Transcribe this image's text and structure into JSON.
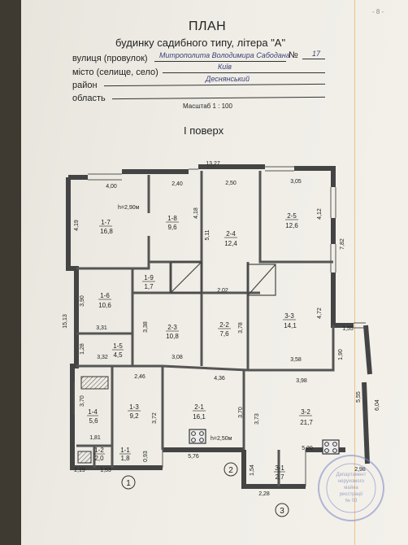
{
  "header": {
    "corner": "- 8 -",
    "title": "ПЛАН",
    "subtitle": "будинку садибного типу, літера \"А\"",
    "street_label": "вулиця (провулок)",
    "street_value": "Митрополита Володимира Сабодана",
    "number_symbol": "№",
    "number_value": "17",
    "city_label": "місто (селище, село)",
    "city_value": "Київ",
    "district_label": "район",
    "district_value": "Деснянський",
    "region_label": "область",
    "scale": "Масштаб 1 : 100",
    "floor": "І поверх"
  },
  "plan": {
    "height_note_1": "h=2,90м",
    "height_note_2": "h=2,50м",
    "dims": {
      "d13_27": "13,27",
      "d4_00": "4,00",
      "d2_40": "2,40",
      "d2_50": "2,50",
      "d3_05": "3,05",
      "d4_19": "4,19",
      "d4_18": "4,18",
      "d5_11": "5,11",
      "d4_12": "4,12",
      "d7_82": "7,82",
      "d15_13": "15,13",
      "d3_90": "3,90",
      "d2_02": "2,02",
      "d4_72": "4,72",
      "d3_38": "3,38",
      "d3_31": "3,31",
      "d1_28": "1,28",
      "d3_32": "3,32",
      "d3_08": "3,08",
      "d3_78": "3,78",
      "d3_58": "3,58",
      "d1_55": "1,55",
      "d1_90": "1,90",
      "d2_46": "2,46",
      "d4_36": "4,36",
      "d3_98": "3,98",
      "d3_70a": "3,70",
      "d3_72": "3,72",
      "d3_70b": "3,70",
      "d3_73": "3,73",
      "d5_55": "5,55",
      "d6_04": "6,04",
      "d1_81": "1,81",
      "d5_20": "5,20",
      "d2_98": "2,98",
      "d5_76": "5,76",
      "d1_54": "1,54",
      "d0_93": "0,93",
      "d2_19": "2,19",
      "d1_53": "1,53",
      "d2_28": "2,28"
    },
    "rooms": [
      {
        "id": "1-7",
        "area": "16,8"
      },
      {
        "id": "1-8",
        "area": "9,6"
      },
      {
        "id": "2-4",
        "area": "12,4"
      },
      {
        "id": "2-5",
        "area": "12,6"
      },
      {
        "id": "1-9",
        "area": "1,7"
      },
      {
        "id": "1-6",
        "area": "10,6"
      },
      {
        "id": "2-3",
        "area": "10,8"
      },
      {
        "id": "2-2",
        "area": "7,6"
      },
      {
        "id": "3-3",
        "area": "14,1"
      },
      {
        "id": "1-5",
        "area": "4,5"
      },
      {
        "id": "1-4",
        "area": "5,6"
      },
      {
        "id": "1-3",
        "area": "9,2"
      },
      {
        "id": "2-1",
        "area": "16,1"
      },
      {
        "id": "3-2",
        "area": "21,7"
      },
      {
        "id": "1-2",
        "area": "2,0"
      },
      {
        "id": "1-1",
        "area": "1,8"
      },
      {
        "id": "3-1",
        "area": "2,7"
      }
    ],
    "entrances": [
      "1",
      "2",
      "3"
    ]
  },
  "stamp": {
    "lines": [
      "Департамент",
      "нерухомого",
      "майна",
      "реєстрації",
      "№ 03"
    ]
  }
}
